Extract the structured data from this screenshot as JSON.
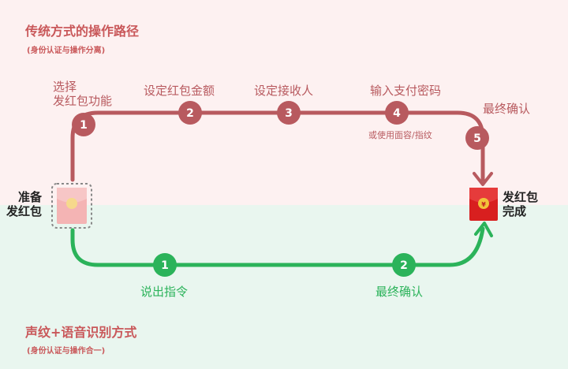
{
  "traditional": {
    "title": "传统方式的操作路径",
    "subtitle": "(身份认证与操作分离)",
    "steps": [
      {
        "num": "1",
        "label_line1": "选择",
        "label_line2": "发红包功能"
      },
      {
        "num": "2",
        "label": "设定红包金额"
      },
      {
        "num": "3",
        "label": "设定接收人"
      },
      {
        "num": "4",
        "label": "输入支付密码",
        "note": "或使用面容/指纹"
      },
      {
        "num": "5",
        "label": "最终确认"
      }
    ]
  },
  "voice": {
    "title": "声纹+语音识别方式",
    "subtitle": "(身份认证与操作合一)",
    "steps": [
      {
        "num": "1",
        "label": "说出指令"
      },
      {
        "num": "2",
        "label": "最终确认"
      }
    ]
  },
  "start": {
    "line1": "准备",
    "line2": "发红包"
  },
  "end": {
    "line1": "发红包",
    "line2": "完成"
  },
  "colors": {
    "red": "#b85a5f",
    "green": "#2bb35a",
    "top_bg": "#fdf1f1",
    "bottom_bg": "#e9f6ef"
  }
}
